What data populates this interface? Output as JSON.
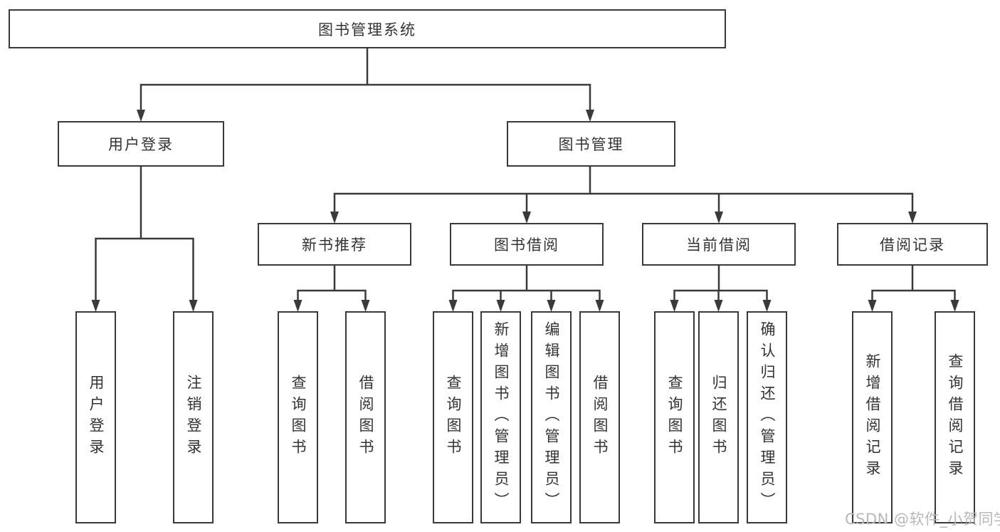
{
  "diagram": {
    "root": {
      "label": "图书管理系统"
    },
    "level2": [
      {
        "label": "用户登录"
      },
      {
        "label": "图书管理"
      }
    ],
    "level3": [
      {
        "label": "新书推荐",
        "parent": "图书管理"
      },
      {
        "label": "图书借阅",
        "parent": "图书管理"
      },
      {
        "label": "当前借阅",
        "parent": "图书管理"
      },
      {
        "label": "借阅记录",
        "parent": "图书管理"
      }
    ],
    "leaves": [
      {
        "label": "用户登录",
        "parent": "用户登录"
      },
      {
        "label": "注销登录",
        "parent": "用户登录"
      },
      {
        "label": "查询图书",
        "parent": "新书推荐"
      },
      {
        "label": "借阅图书",
        "parent": "新书推荐"
      },
      {
        "label": "查询图书",
        "parent": "图书借阅"
      },
      {
        "label": "新增图书（管理员）",
        "parent": "图书借阅"
      },
      {
        "label": "编辑图书（管理员）",
        "parent": "图书借阅"
      },
      {
        "label": "借阅图书",
        "parent": "图书借阅"
      },
      {
        "label": "查询图书",
        "parent": "当前借阅"
      },
      {
        "label": "归还图书",
        "parent": "当前借阅"
      },
      {
        "label": "确认归还（管理员）",
        "parent": "当前借阅"
      },
      {
        "label": "新增借阅记录",
        "parent": "借阅记录"
      },
      {
        "label": "查询借阅记录",
        "parent": "借阅记录"
      }
    ]
  },
  "watermark": {
    "text": "CSDN @软件_小贺同学"
  },
  "colors": {
    "line": "#3a3a3a",
    "text": "#333333",
    "background": "#ffffff",
    "watermark": "#b8b8b8"
  }
}
